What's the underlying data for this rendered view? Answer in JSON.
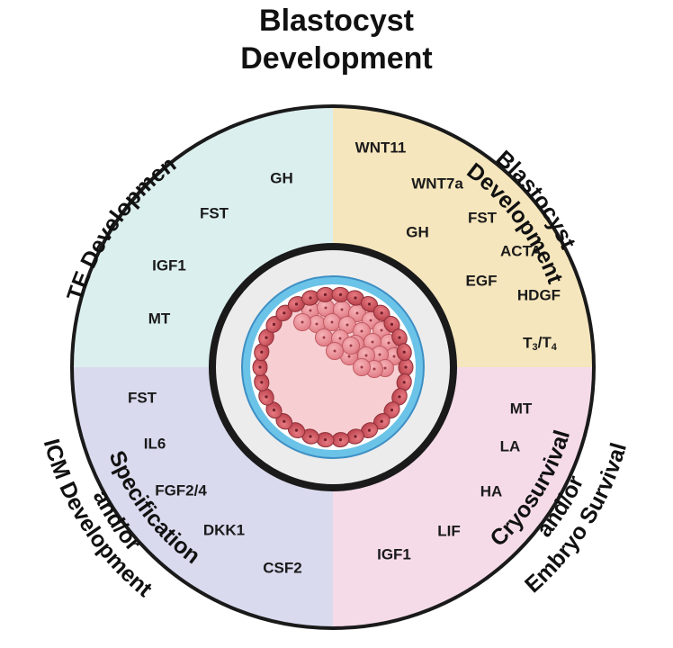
{
  "title": {
    "line1": "Blastocyst",
    "line2": "Development"
  },
  "quadrants": {
    "top_left": {
      "label_lines": [
        "TE Development"
      ],
      "color": "#dcefef",
      "factors": [
        "GH",
        "FST",
        "IGF1",
        "MT"
      ]
    },
    "top_right": {
      "label_lines": [
        "Blastocyst",
        "Development"
      ],
      "color": "#f6e6bd",
      "factors": [
        "WNT11",
        "WNT7a",
        "GH",
        "FST",
        "ACTA",
        "EGF",
        "HDGF",
        "T3/T4"
      ]
    },
    "bottom_left": {
      "label_lines": [
        "ICM Development",
        "and/or",
        "Specification"
      ],
      "color": "#d9daee",
      "factors": [
        "FST",
        "IL6",
        "FGF2/4",
        "DKK1",
        "CSF2"
      ]
    },
    "bottom_right": {
      "label_lines": [
        "Embryo Survival",
        "and/or",
        "Cryosurvival"
      ],
      "color": "#f5dbe8",
      "factors": [
        "MT",
        "LA",
        "HA",
        "LIF",
        "IGF1"
      ]
    }
  },
  "colors": {
    "ring_border": "#1a1a1a",
    "inner_disc": "#ececec",
    "zona_pellucida": "#6cc3e8",
    "trophectoderm_cell": "#c9505a",
    "icm_cell": "#e88c93",
    "blastocoel": "#f7cfd2"
  }
}
